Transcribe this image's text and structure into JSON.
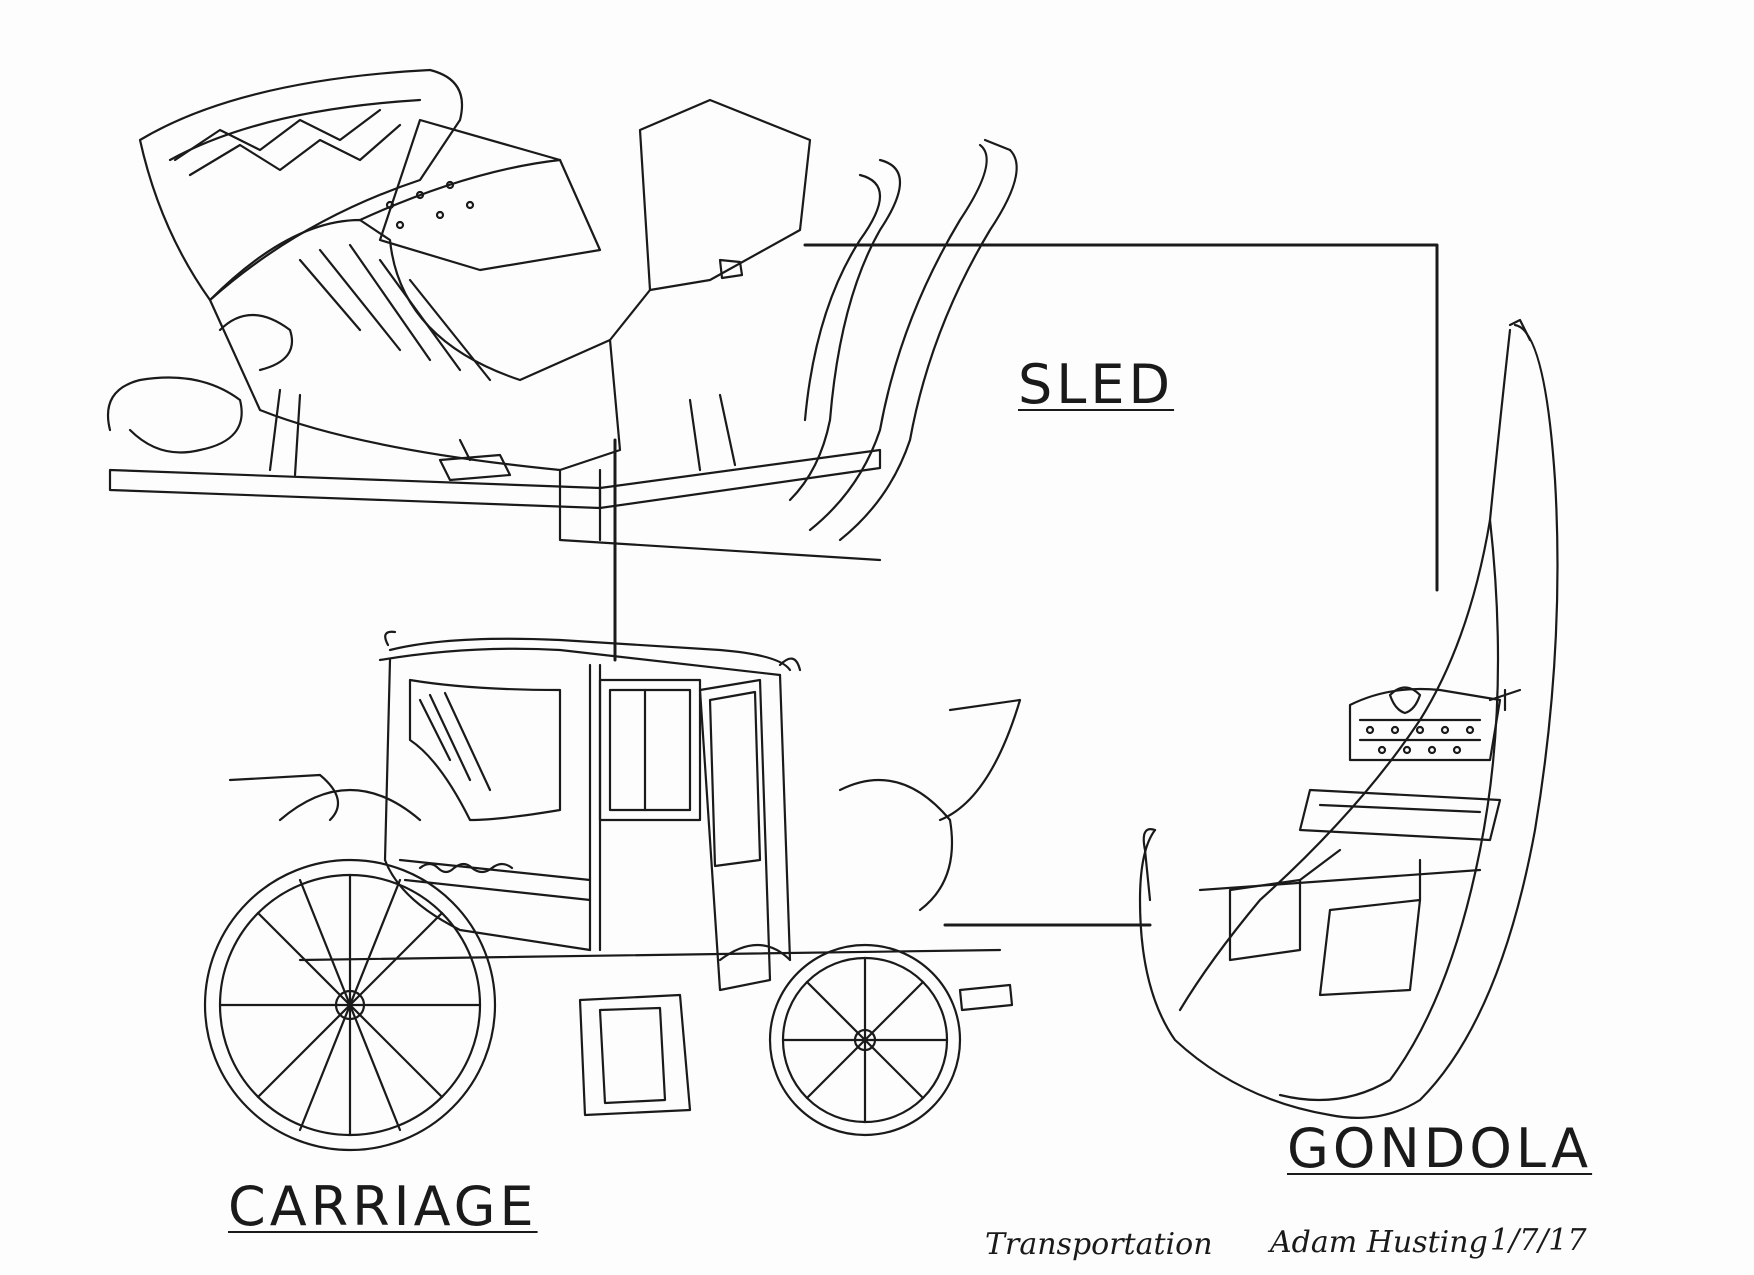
{
  "labels": {
    "sled": "SLED",
    "carriage": "CARRIAGE",
    "gondola": "GONDOLA"
  },
  "footer": {
    "subject": "Transportation",
    "artist": "Adam Husting",
    "date": "1/7/17"
  },
  "colors": {
    "ink": "#1a1a1a",
    "paper": "#fdfdfd"
  }
}
